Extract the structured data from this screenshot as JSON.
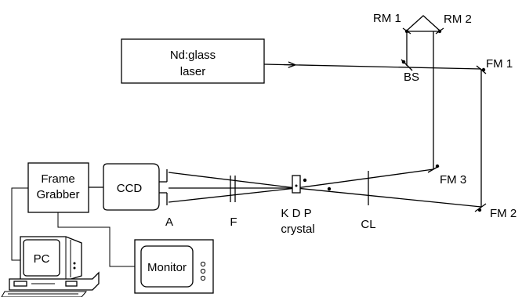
{
  "diagram": {
    "laser": {
      "line1": "Nd:glass",
      "line2": "laser"
    },
    "mirrors": {
      "rm1": "RM 1",
      "rm2": "RM 2",
      "fm1": "FM 1",
      "fm2": "FM 2",
      "fm3": "FM 3",
      "bs": "BS"
    },
    "components": {
      "aperture": "A",
      "filter": "F",
      "crystal_line1": "K D P",
      "crystal_line2": "crystal",
      "lens": "CL",
      "ccd": "CCD",
      "frame_grabber_line1": "Frame",
      "frame_grabber_line2": "Grabber",
      "pc": "PC",
      "monitor": "Monitor"
    }
  }
}
